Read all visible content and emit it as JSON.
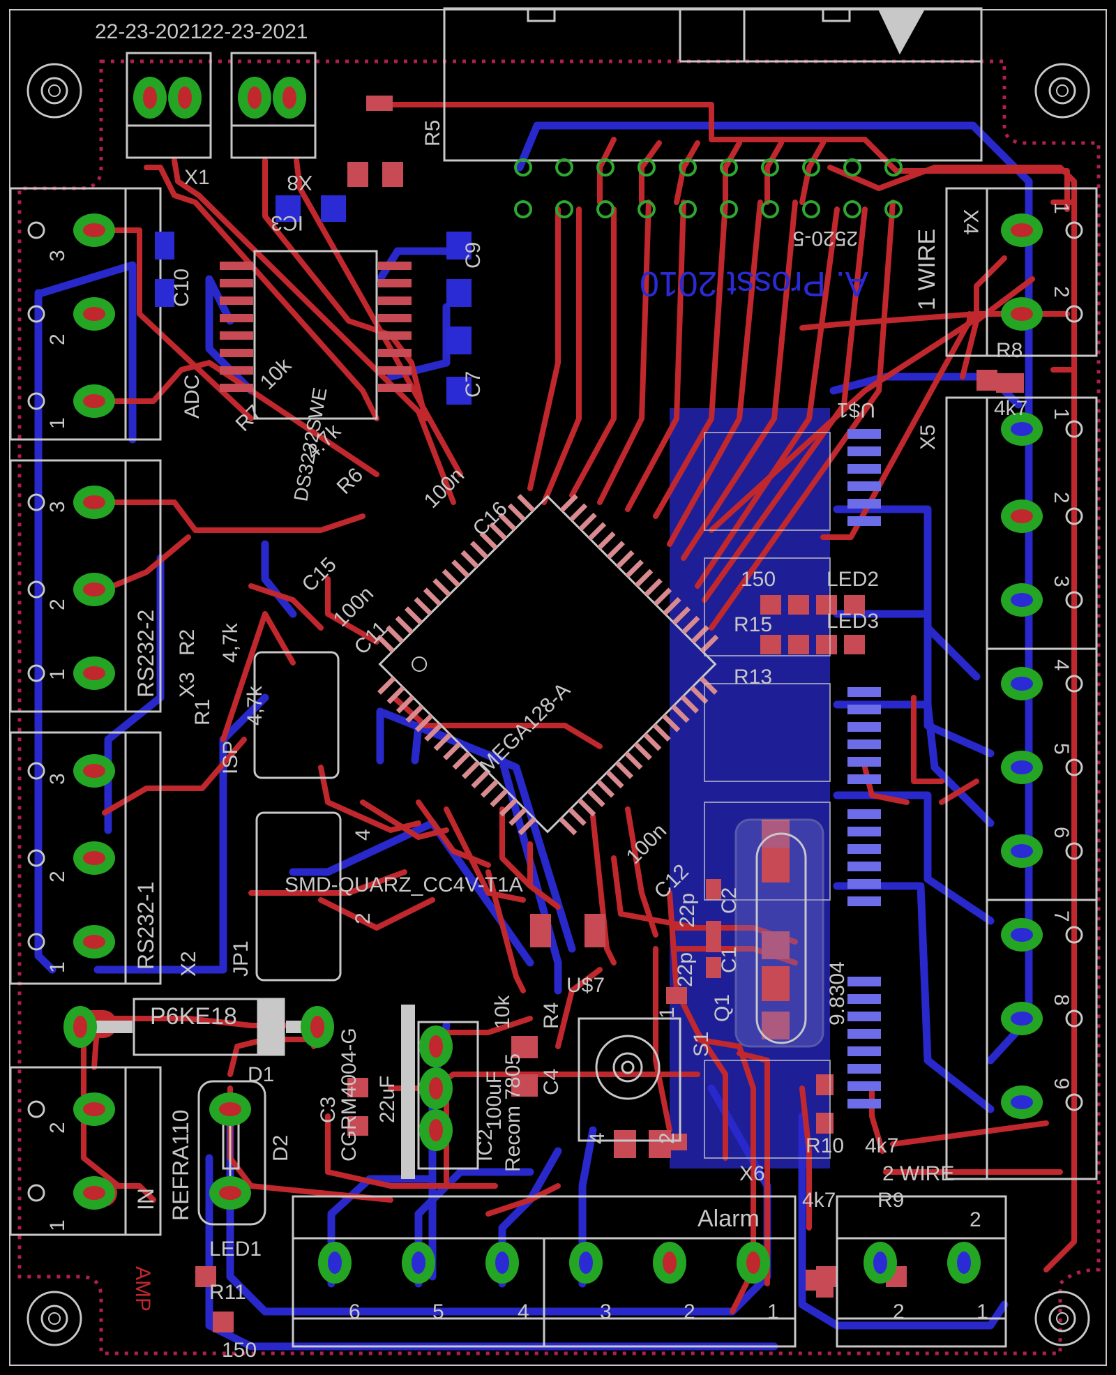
{
  "colors": {
    "background": "#000000",
    "top_copper": "#c0282e",
    "bottom_copper": "#2b2bd6",
    "silkscreen": "#c8c8c8",
    "pad": "#24a524",
    "via_ring": "#2fa82f",
    "outline": "#b0204c",
    "smd": "#c84a55"
  },
  "labels": {
    "date_x1": "22-23-2021",
    "date_x8": "22-23-2021",
    "x1": "X1",
    "x8": "X8",
    "r5": "R5",
    "ic3": "IC3",
    "ic3_part": "DS3232SWE",
    "conn_2520": "2520-5",
    "author": "A. Prosst 2010",
    "one_wire": "1 WIRE",
    "x4": "X4",
    "r8": "R8",
    "r8_val": "4k7",
    "x5": "X5",
    "adc": "ADC",
    "c10": "C10",
    "c9": "C9",
    "c7": "C7",
    "r7_val": "10k",
    "r7": "R7",
    "r6_val": "4.7k",
    "r6": "R6",
    "c16_val": "100n",
    "c16": "C16",
    "c15": "C15",
    "c15_val": "100n",
    "c11_val": "100n",
    "c11": "C11",
    "led2": "LED2",
    "led3": "LED3",
    "r15_val": "150",
    "r15": "R15",
    "r13": "R13",
    "u1": "U$1",
    "mcu": "MEGA128-A",
    "rs232_2": "RS232-2",
    "rs232_1": "RS232-1",
    "x3": "X3",
    "r2": "R2",
    "r2_val": "4,7k",
    "r1": "R1",
    "r1_val": "4,7k",
    "isp": "ISP",
    "quartz": "SMD-QUARZ_CC4V-T1A",
    "jp1": "JP1",
    "x2": "X2",
    "c12_val": "100n",
    "c12": "C12",
    "c2_val": "22p",
    "c2": "C2",
    "c1_val": "22p",
    "c1": "C1",
    "q1": "Q1",
    "q1_val": "9.8304",
    "s1": "S1",
    "u7": "U$7",
    "r4": "R4",
    "r4_val": "10k",
    "c4": "C4",
    "c4_val": "100uF",
    "ic2": "IC2",
    "ic2_part": "Recom 7805",
    "d1": "D1",
    "d1_part": "P6KE18",
    "d2": "D2",
    "d2_part": "CGRM4004-G",
    "c3": "C3",
    "c3_val": "22uF",
    "refra": "REFRA110",
    "in": "IN",
    "led1": "LED1",
    "r11": "R11",
    "r11_val": "150",
    "amp": "AMP",
    "r10": "R10",
    "r10_val": "4k7",
    "x6": "X6",
    "r9": "R9",
    "r9_val": "4k7",
    "two_wire": "2 WIRE",
    "alarm": "Alarm",
    "pin_one": "1",
    "pin_two": "2",
    "pin_three": "3",
    "pin_four": "4",
    "pin_five": "5",
    "pin_six": "6",
    "pin_seven": "7",
    "pin_eight": "8",
    "pin_nine": "9"
  }
}
